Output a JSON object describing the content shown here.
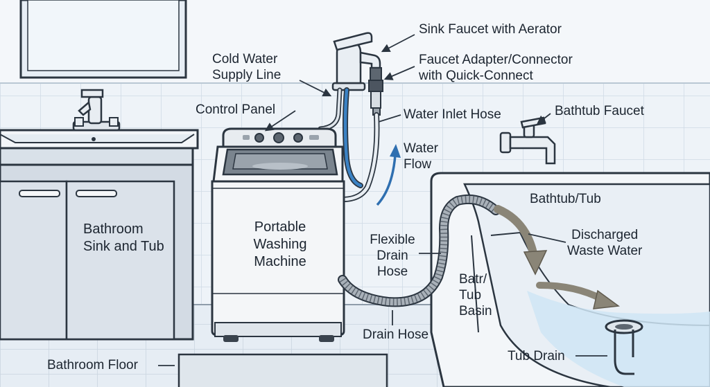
{
  "colors": {
    "outline": "#2b3540",
    "wall": "#eef3f8",
    "tile_line": "#c9d6e2",
    "floor": "#e3ebf2",
    "cabinet": "#d5dde6",
    "washer_body": "#f4f6f8",
    "washer_dark": "#5d6670",
    "inlet_hose": "#3b82c4",
    "drain_hose": "#9aa3ac",
    "water": "#c8e2f4",
    "waste_arrow": "#8a8577",
    "flow_arrow": "#2f6fb0"
  },
  "labels": {
    "sink_faucet": "Sink Faucet with Aerator",
    "faucet_adapter": [
      "Faucet Adapter/Connector",
      "with Quick-Connect"
    ],
    "cold_water": [
      "Cold Water",
      "Supply Line"
    ],
    "control_panel": "Control Panel",
    "water_inlet_hose": "Water Inlet Hose",
    "bathtub_faucet": "Bathtub Faucet",
    "water_flow": [
      "Water",
      "Flow"
    ],
    "bathtub": "Bathtub/Tub",
    "discharged": [
      "Discharged",
      "Waste Water"
    ],
    "sink_and_tub": [
      "Bathroom",
      "Sink and Tub"
    ],
    "washer": [
      "Portable",
      "Washing",
      "Machine"
    ],
    "flexible_drain": [
      "Flexible",
      "Drain",
      "Hose"
    ],
    "tub_basin": [
      "Batr/",
      "Tub",
      "Basin"
    ],
    "drain_hose": "Drain Hose",
    "tub_drain": "Tub Drain",
    "floor": "Bathroom Floor"
  }
}
